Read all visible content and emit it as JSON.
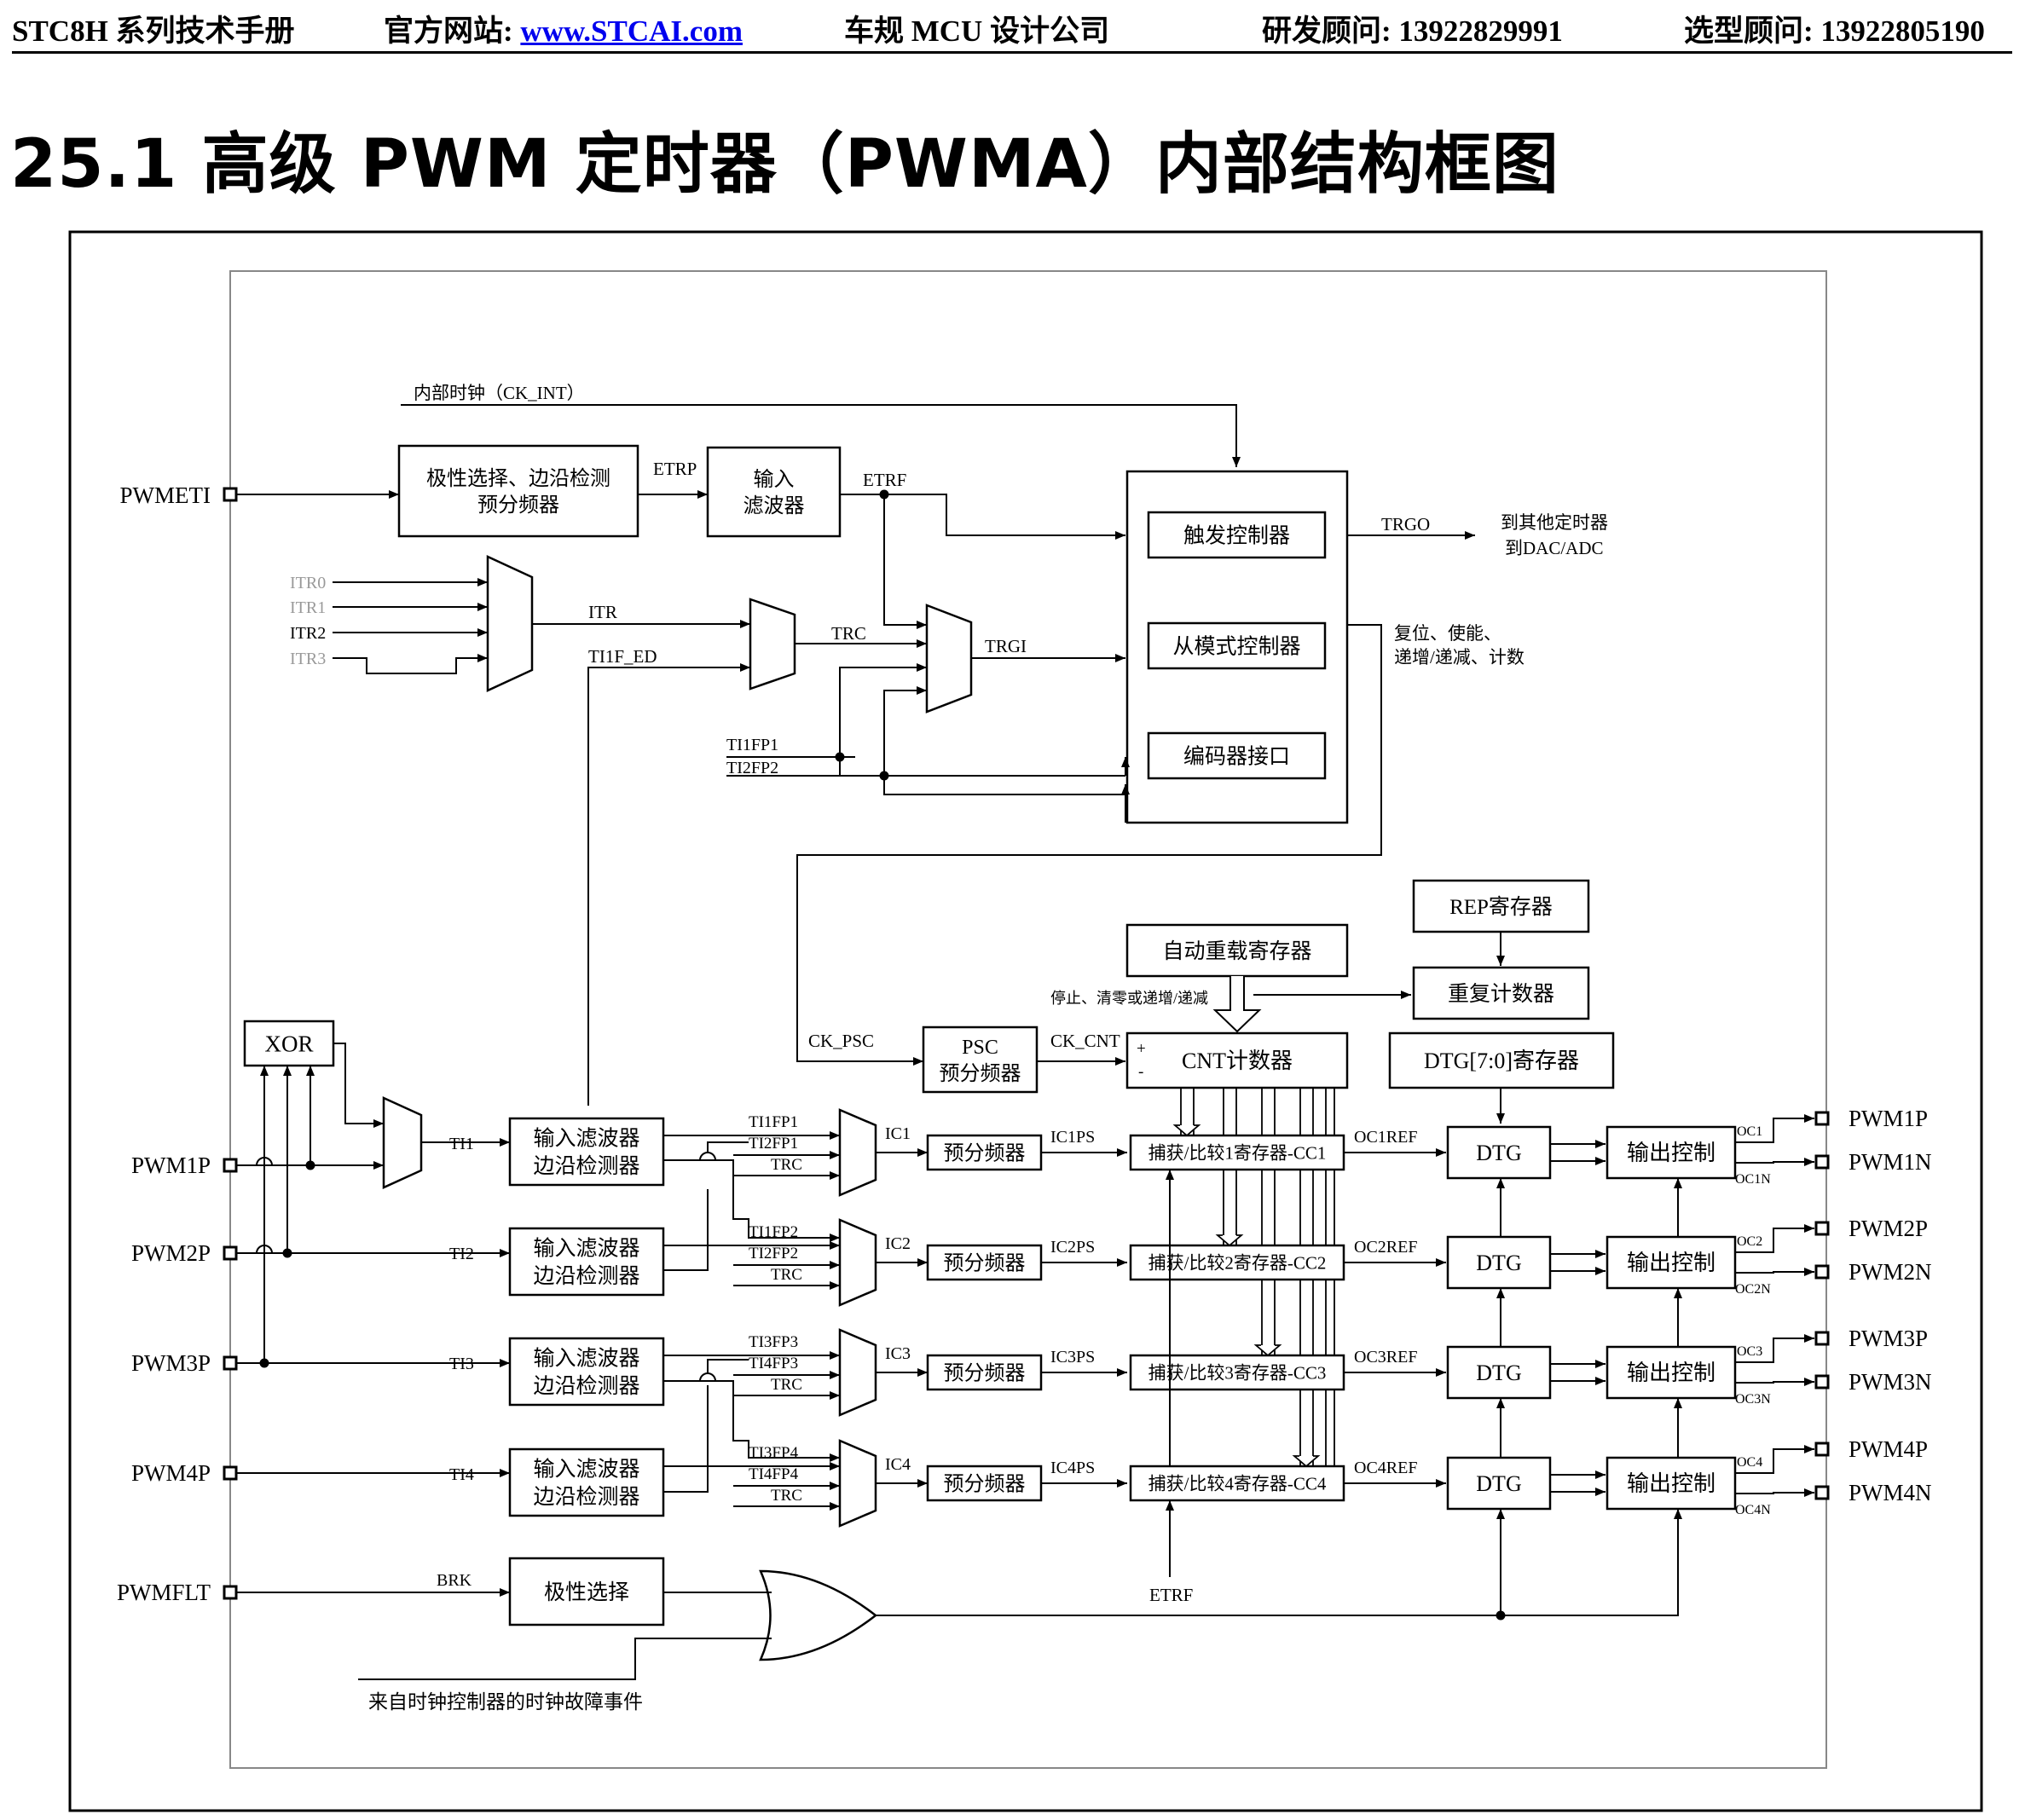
{
  "header": {
    "manual": "STC8H 系列技术手册",
    "website_label": "官方网站: ",
    "website_url": "www.STCAI.com",
    "company": "车规 MCU 设计公司",
    "rd_consultant": "研发顾问: 13922829991",
    "selection_consultant": "选型顾问: 13922805190"
  },
  "title": "25.1   高级 PWM 定时器（PWMA）内部结构框图",
  "diagram": {
    "pins": {
      "pwmeti": "PWMETI",
      "pwm1p_in": "PWM1P",
      "pwm2p_in": "PWM2P",
      "pwm3p_in": "PWM3P",
      "pwm4p_in": "PWM4P",
      "pwmflt": "PWMFLT",
      "outputs": [
        "PWM1P",
        "PWM1N",
        "PWM2P",
        "PWM2N",
        "PWM3P",
        "PWM3N",
        "PWM4P",
        "PWM4N"
      ]
    },
    "blocks": {
      "polarity_edge_prescaler": [
        "极性选择、边沿检测",
        "预分频器"
      ],
      "input_filter": [
        "输入",
        "滤波器"
      ],
      "trigger_controller": "触发控制器",
      "slave_mode_controller": "从模式控制器",
      "encoder_interface": "编码器接口",
      "psc": [
        "PSC",
        "预分频器"
      ],
      "auto_reload": "自动重载寄存器",
      "rep_register": "REP寄存器",
      "repetition_counter": "重复计数器",
      "dtg_register": "DTG[7:0]寄存器",
      "cnt_counter": "CNT计数器",
      "xor": "XOR",
      "polarity_select": "极性选择",
      "ic_filter": [
        "输入滤波器",
        "边沿检测器"
      ],
      "prescaler": "预分频器",
      "ccr": [
        "捕获/比较1寄存器-CC1",
        "捕获/比较2寄存器-CC2",
        "捕获/比较3寄存器-CC3",
        "捕获/比较4寄存器-CC4"
      ],
      "dtg": "DTG",
      "output_control": "输出控制"
    },
    "signals": {
      "ck_int": "内部时钟（CK_INT）",
      "etrp": "ETRP",
      "etrf": "ETRF",
      "etrf_bottom": "ETRF",
      "itr_inputs": [
        "ITR0",
        "ITR1",
        "ITR2",
        "ITR3"
      ],
      "itr": "ITR",
      "ti1f_ed": "TI1F_ED",
      "trc": "TRC",
      "trgi": "TRGI",
      "ti1fp1": "TI1FP1",
      "ti2fp2": "TI2FP2",
      "trgo": "TRGO",
      "to_other_timers": [
        "到其他定时器",
        "到DAC/ADC"
      ],
      "reset_enable": [
        "复位、使能、",
        "递增/递减、计数"
      ],
      "ck_psc": "CK_PSC",
      "ck_cnt": "CK_CNT",
      "stop_clear": "停止、清零或递增/递减",
      "plus": "+",
      "minus": "-",
      "ti": [
        "TI1",
        "TI2",
        "TI3",
        "TI4"
      ],
      "fp_pairs": [
        [
          "TI1FP1",
          "TI2FP1"
        ],
        [
          "TI1FP2",
          "TI2FP2"
        ],
        [
          "TI3FP3",
          "TI4FP3"
        ],
        [
          "TI3FP4",
          "TI4FP4"
        ]
      ],
      "mux_trc": "TRC",
      "ic": [
        "IC1",
        "IC2",
        "IC3",
        "IC4"
      ],
      "icps": [
        "IC1PS",
        "IC2PS",
        "IC3PS",
        "IC4PS"
      ],
      "ocref": [
        "OC1REF",
        "OC2REF",
        "OC3REF",
        "OC4REF"
      ],
      "oc": [
        "OC1",
        "OC2",
        "OC3",
        "OC4"
      ],
      "ocn": [
        "OC1N",
        "OC2N",
        "OC3N",
        "OC4N"
      ],
      "brk": "BRK",
      "clock_fault": "来自时钟控制器的时钟故障事件"
    },
    "colors": {
      "line": "#000000",
      "dim_text": "#999999",
      "link": "#0000ee"
    }
  }
}
